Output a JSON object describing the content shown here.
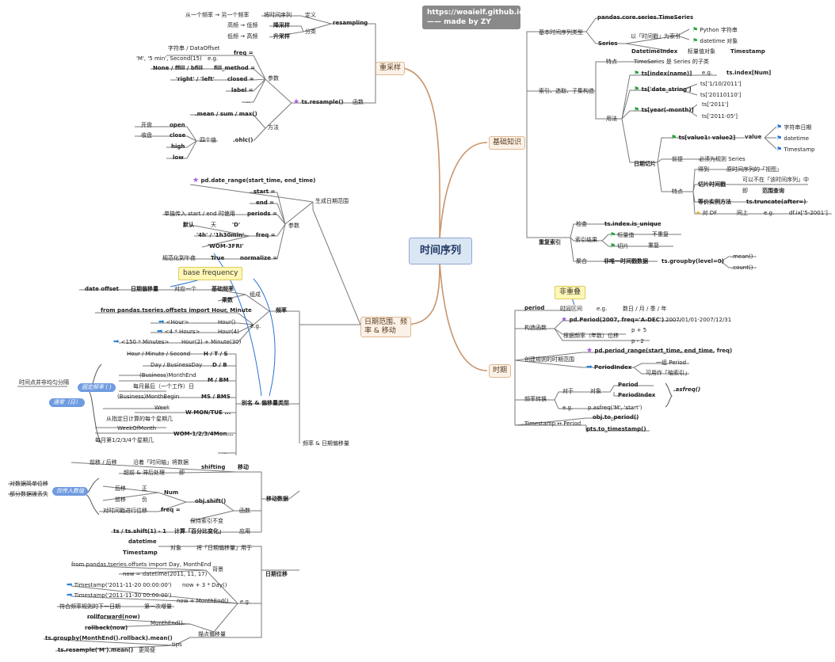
{
  "center": "时间序列",
  "credit": {
    "line1": "https://woaielf.github.io/",
    "line2": "—— made by ZY"
  },
  "notes": {
    "base_frequency": "base frequency",
    "non_overlap": "非重叠"
  },
  "branches": {
    "resample": "重采样",
    "basic": "基础知识",
    "range": "日期范围、频率 & 移动",
    "period": "时期"
  },
  "resample": {
    "resampling": "resampling",
    "definition": "定义",
    "def_row1": "从一个频率 → 另一个频率",
    "def_row1_b": "将时间序列",
    "category": "分类",
    "cat1_a": "高频 → 低频",
    "cat1_b": "降采样",
    "cat2_a": "低频 → 高频",
    "cat2_b": "升采样",
    "freq": "freq =",
    "freq_a": "字符串 / DataOffset",
    "freq_b": "'M', '5 min', Second(15)",
    "freq_eg": "e.g.",
    "fill": "fill_method =",
    "fill_v": "None / ffill / bfill",
    "closed": "closed =",
    "closed_v": "'right' / 'left'",
    "label": "label =",
    "dots": "...",
    "params": "参数",
    "func": "ts.resample()",
    "func_label": "函数",
    "method": "方法",
    "agg": ".mean / sum / max()",
    "ohlc": ".ohlc()",
    "four": "四个值",
    "open_a": "开盘",
    "open_b": "open",
    "close_a": "收盘",
    "close_b": "close",
    "high": "high",
    "low": "low"
  },
  "range": {
    "date_range": "pd.date_range(start_time, end_time)",
    "gen": "生成日期范围",
    "start": "start =",
    "end": "end =",
    "periods": "periods =",
    "periods_note": "单独传入 start / end 时使用",
    "params": "参数",
    "default": "默认",
    "day": "天",
    "d": "'D'",
    "freq": "freq =",
    "h": "'4h' / '1h30min'",
    "wom": "'WOM-3FRI'",
    "normalize": "normalize =",
    "true": "True",
    "norm_note": "规范化到午夜",
    "date_offset": "date offset",
    "offset_name": "日期偏移量",
    "one": "对应一个",
    "base_freq": "基础频率",
    "mult": "乘数",
    "compose": "组成",
    "freq_main": "频率",
    "import": "from pandas.tseries.offsets import Hour, Minute",
    "hour": "<Hour>",
    "hour_f": "Hour()",
    "hours4": "<4 * Hours>",
    "hour4_f": "Hour(4)",
    "min150": "<150 * Minutes>",
    "hour2": "Hour(2) + Minute(30)",
    "eg": "e.g.",
    "hms": "Hour / Minute / Second",
    "ht": "H / T / S",
    "day_bd": "Day / BusinessDay",
    "db": "D / B",
    "bme": "(Business)MonthEnd",
    "mbm": "M / BM",
    "last_day": "每月最后（一个工作）日",
    "bmb": "(Business)MonthBegin",
    "msbms": "MS / BMS",
    "week": "Week",
    "wmon": "W-MON/TUE ...",
    "week_note": "从指定日计算的每个星期几",
    "wom_month": "WeekOfMonth",
    "wom_code": "WOM-1/2/3/4Mon...",
    "wom_note": "每月第1/2/3/4个星期几",
    "dots": "...",
    "alias": "别名 & 偏移量类型",
    "freq_off": "频率 & 日期偏移量",
    "time_point": "时间点并非均匀分隔",
    "b1": "固定频率 (  )",
    "b2": "通常（日）",
    "shift_a": "前移 / 后移",
    "shift_b": "沿着「时间轴」将数据",
    "shifting": "shifting",
    "move": "移动",
    "shift_c": "超前 & 滞后处理",
    "shift_d": "即",
    "move_data": "移动数据",
    "single_pos": "对数据简单位移",
    "some_lost": "部分数据被丢失",
    "b3": "仅传入数值",
    "back": "后移",
    "pos": "正",
    "fwd": "前移",
    "neg": "负",
    "num": "Num",
    "shift_f": "obj.shift()",
    "freq_eq": "freq =",
    "time_shift": "对时间戳进行位移",
    "idx_unchanged": "保持索引不变",
    "func": "函数",
    "pct": "ts / ts.shift(1) - 1",
    "pct_b": "计算「百分比变化」",
    "apply": "应用",
    "datetime": "datetime",
    "timestamp": "Timestamp",
    "obj": "对象",
    "offset_use": "将「日期偏移量」用于",
    "date_move": "日期位移",
    "imp2": "from pandas.tseries.offsets import Day, MonthEnd",
    "now": "now = datetime(2011, 11, 17)",
    "bg": "背景",
    "ts1": "Timestamp('2011-11-20 00:00:00')",
    "now3": "now + 3 * Day()",
    "ts2": "Timestamp('2011-11-30 00:00:00')",
    "first_inc": "符合频率规则的下一日期",
    "first_inc_b": "第一次增量",
    "nowme": "now + MonthEnd()",
    "eg2": "e.g.",
    "rollf": "rollforward(now)",
    "me2": "MonthEnd().",
    "rollb": "rollback(now)",
    "roll_move": "描点偏移量",
    "groupby": "ts.groupby(MonthEnd().rollback).mean()",
    "tips": "tips",
    "resampleM": "ts.resample('M').mean()",
    "simpler": "更简便"
  },
  "basic": {
    "types": "基本时间序列类型",
    "ts_class": "pandas.core.series.TimeSeries",
    "series": "Series",
    "index_time": "以「时间戳」为索引",
    "py_str": "Python 字符串",
    "dt_obj": "datetime 对象",
    "dti": "DatetimeIndex",
    "scalar": "标量值对象",
    "timestamp": "Timestamp",
    "feature": "特点",
    "feature_v": "TimeSeries 是 Series 的子类",
    "idx_sel": "索引、选取、子集构造",
    "idx_name": "ts[index(name)]",
    "eg": "e.g.",
    "idx_num": "ts.index[Num]",
    "date_str": "ts['date_string']",
    "d1": "ts['1/10/2011']",
    "d2": "ts['20110110']",
    "usage": "用法",
    "ym": "ts[year(-month)]",
    "y1": "ts['2011']",
    "y2": "ts['2011-05']",
    "date_slice": "日期切片",
    "slice": "ts[value1: value2]",
    "value": "value",
    "str_date": "字符串日期",
    "datetime": "datetime",
    "timestamp2": "Timestamp",
    "premise": "前提",
    "sorted": "必须为规则 Series",
    "get": "得到",
    "view": "原时间序列的「视图」",
    "slice_idx": "切片时间戳",
    "may_not": "可以不在「该时间序列」中",
    "ie": "即",
    "range_q": "范围查询",
    "feat": "特点",
    "equiv": "等价实例方法",
    "truncate": "ts.truncate(after=)",
    "for_df": "对 DF",
    "same": "同上",
    "eg2": "e.g.",
    "df_ix": "df.ix['5-2001']",
    "dup": "重复索引",
    "check": "检查",
    "is_unique": "ts.index.is_unique",
    "idx_result": "索引结果",
    "scalar2": "标量值",
    "no_dup": "不重复",
    "slice2": "切片",
    "dupv": "重复",
    "agg": "聚合",
    "non_unique": "非唯一时间戳数据",
    "groupby0": "ts.groupby(level=0)",
    "mean": ".mean()",
    "count": ".count()"
  },
  "period": {
    "period": "period",
    "span": "时间区间",
    "eg": "e.g.",
    "units": "数日 / 月 / 季 / 年",
    "pd_period": "pd.Period(2007, freq='A-DEC')",
    "p_range": "2007/01/01-2007/12/31",
    "ctor": "构造函数",
    "p5": "p + 5",
    "by_freq": "根据频率（年数）位移",
    "pm2": "p - 2",
    "rule_range": "创建规则的时期范围",
    "period_range": "pd.period_range(start_time, end_time, freq)",
    "pindex": "PeriodIndex",
    "group": "一组 Period",
    "axis": "可用作「轴索引」",
    "conv": "频率转换",
    "for": "对于",
    "obj": "对象",
    "p_obj": "Period",
    "pi_obj": "PeriodIndex",
    "asfreq": ".asfreq()",
    "eg2": "e.g.",
    "asfreq_ex": "p.asfreq('M', 'start')",
    "ts_period": "Timestamp ↔ Period",
    "to_period": "obj.to_period()",
    "to_ts": "pts.to_timestamp()"
  }
}
